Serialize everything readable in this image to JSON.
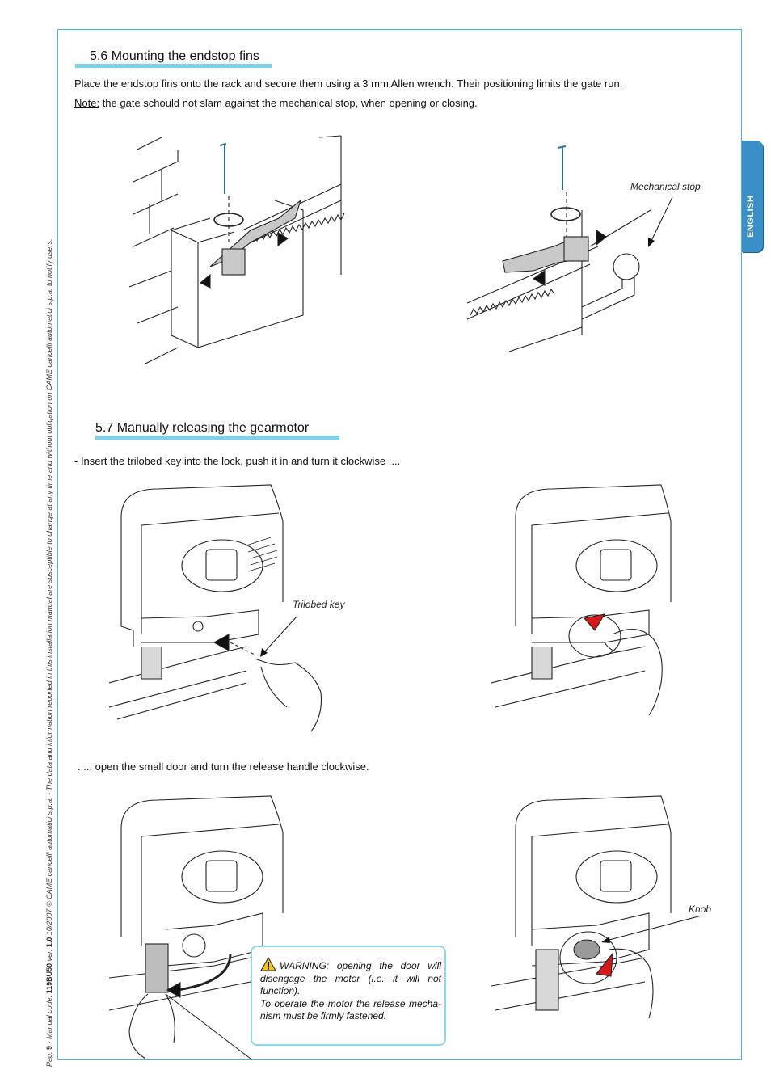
{
  "side_footer": {
    "page_label": "Pag.",
    "page_number": "9",
    "code_label": "- Manual code:",
    "manual_code": "119BU50",
    "ver_label": "ver.",
    "version": "1.0",
    "date": "10/2007",
    "copyright": "© CAME cancelli automatici s.p.a. - The data and information reported in this installation manual are susceptible to change at any time and without obligation on CAME cancelli automatici s.p.a. to notify users."
  },
  "language_tab": "ENGLISH",
  "section_56": {
    "title": "5.6 Mounting the endstop fins",
    "paragraph": "Place the endstop fins onto the rack and secure them using a 3 mm Allen wrench. Their positioning limits the gate run.",
    "note_label": "Note:",
    "note_text": " the gate schould not slam against the mechanical stop, when opening or closing.",
    "callout_mechanical_stop": "Mechanical stop"
  },
  "section_57": {
    "title": "5.7 Manually releasing the gearmotor",
    "step1": "- Insert the trilobed key into the lock, push it in and turn it clockwise ....",
    "callout_trilobed_key": "Trilobed key",
    "step2": "..... open the small door and turn the release handle clockwise.",
    "callout_knob": "Knob"
  },
  "warning": {
    "title": "WARNING: opening the door will disengage the motor (i.e. it will not function).",
    "text": "To operate the motor the release mecha-nism must be firmly fastened."
  },
  "colors": {
    "frame": "#47b8d4",
    "title_bar": "#7fd0ea",
    "language_tab": "#3a8fc8",
    "warning_border": "#8fd6ea",
    "arrow_red": "#d7191c"
  }
}
